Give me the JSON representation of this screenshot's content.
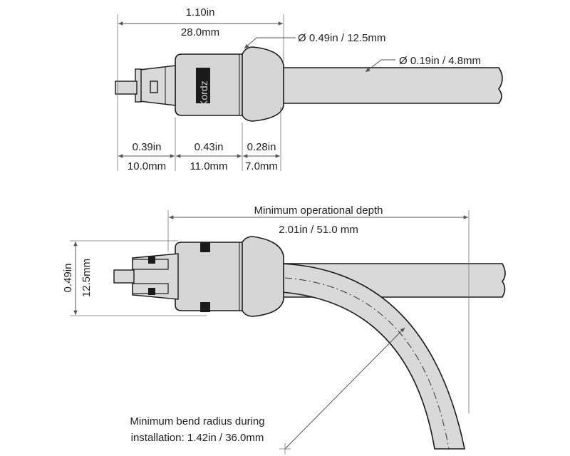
{
  "top_view": {
    "overall_in": "1.10in",
    "overall_mm": "28.0mm",
    "head_diameter": "Ø 0.49in / 12.5mm",
    "cable_diameter": "Ø 0.19in / 4.8mm",
    "seg1_in": "0.39in",
    "seg1_mm": "10.0mm",
    "seg2_in": "0.43in",
    "seg2_mm": "11.0mm",
    "seg3_in": "0.28in",
    "seg3_mm": "7.0mm",
    "brand": "Kordz"
  },
  "bottom_view": {
    "depth_label": "Minimum operational depth",
    "depth_value": "2.01in / 51.0 mm",
    "height_in": "0.49in",
    "height_mm": "12.5mm",
    "bend_line1": "Minimum bend radius during",
    "bend_line2": "installation: 1.42in / 36.0mm"
  },
  "colors": {
    "line": "#1a1a1a",
    "fill": "#d6d6d6",
    "dim": "#555555"
  }
}
